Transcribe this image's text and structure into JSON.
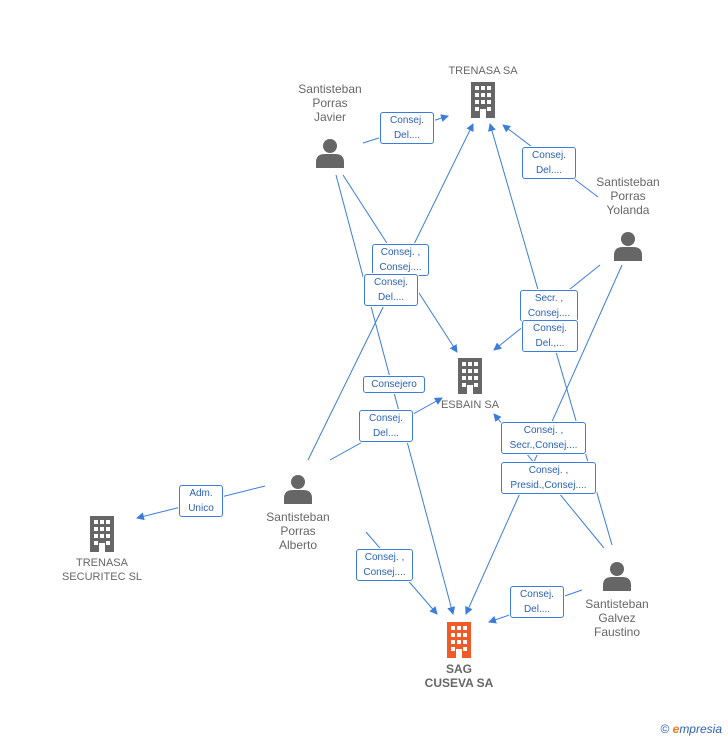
{
  "colors": {
    "edge": "#3b7dd8",
    "icon": "#666666",
    "highlight": "#f05a28"
  },
  "nodes": {
    "trenasa": {
      "label": "TRENASA SA",
      "icon": "building-icon"
    },
    "esbain": {
      "label": "ESBAIN SA",
      "icon": "building-icon"
    },
    "sag": {
      "label": "SAG\nCUSEVA SA",
      "icon": "building-icon"
    },
    "securitec": {
      "label": "TRENASA\nSECURITEC SL",
      "icon": "building-icon"
    },
    "javier": {
      "label": "Santisteban\nPorras\nJavier",
      "icon": "person-icon"
    },
    "yolanda": {
      "label": "Santisteban\nPorras\nYolanda",
      "icon": "person-icon"
    },
    "alberto": {
      "label": "Santisteban\nPorras\nAlberto",
      "icon": "person-icon"
    },
    "faustino": {
      "label": "Santisteban\nGalvez\nFaustino",
      "icon": "person-icon"
    }
  },
  "relations": [
    "Consej.\nDel....",
    "Consej.\nDel....",
    "Consej. ,\nConsej....",
    "Consej.\nDel....",
    "Secr. ,\nConsej....",
    "Consej.\nDel.,...",
    "Consejero",
    "Consej.\nDel....",
    "Consej. ,\nSecr.,Consej....",
    "Consej. ,\nPresid.,Consej....",
    "Adm.\nUnico",
    "Consej. ,\nConsej....",
    "Consej.\nDel...."
  ],
  "footer": {
    "copyright": "©",
    "brand_e": "e",
    "brand_rest": "mpresia"
  }
}
